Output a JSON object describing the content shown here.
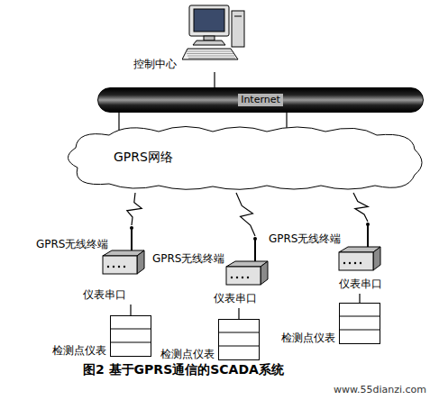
{
  "diagram": {
    "caption": "图2 基于GPRS通信的SCADA系统",
    "nodes": [
      {
        "text": [
          "控制中心"
        ]
      },
      {
        "text": [
          "Internet"
        ]
      },
      {
        "text": [
          "GPRS网络"
        ]
      },
      {
        "text": [
          "GPRS无线终端",
          "仪表串口"
        ]
      },
      {
        "text": [
          "GPRS无线终端",
          "仪表串口"
        ]
      },
      {
        "text": [
          "GPRS无线终端",
          "仪表串口"
        ]
      },
      {
        "text": [
          "检测点仪表"
        ]
      },
      {
        "text": [
          "检测点仪表"
        ]
      },
      {
        "text": [
          "检测点仪表"
        ]
      }
    ],
    "edges": [
      {
        "from": 0,
        "to": 1,
        "arrow": "none"
      },
      {
        "from": 1,
        "to": 2,
        "arrow": "none"
      },
      {
        "from": 1,
        "to": 2,
        "arrow": "none"
      },
      {
        "from": 2,
        "to": 3,
        "arrow": "none"
      },
      {
        "from": 2,
        "to": 4,
        "arrow": "none"
      },
      {
        "from": 2,
        "to": 5,
        "arrow": "none"
      },
      {
        "from": 3,
        "to": 6,
        "arrow": "none"
      },
      {
        "from": 4,
        "to": 7,
        "arrow": "none"
      },
      {
        "from": 5,
        "to": 8,
        "arrow": "none"
      }
    ],
    "labels": [
      "www.55dianzi.com"
    ]
  }
}
